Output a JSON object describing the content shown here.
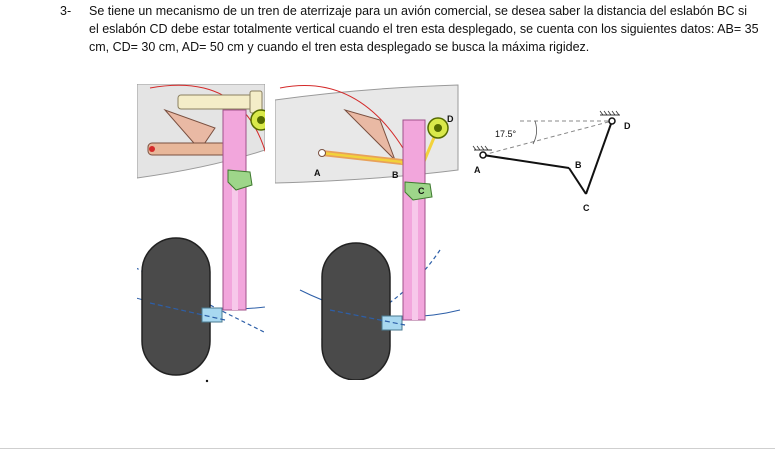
{
  "problem": {
    "number": "3-",
    "text": "Se tiene un mecanismo de un tren de aterrizaje para un avión comercial, se desea saber la distancia del eslabón BC si el eslabón CD debe estar totalmente vertical cuando el tren esta desplegado, se cuenta con los siguientes datos: AB= 35 cm, CD= 30 cm, AD= 50 cm y cuando el tren esta desplegado se busca la máxima rigidez."
  },
  "figure_middle": {
    "labels": {
      "a": "A",
      "b": "B",
      "c": "C",
      "d": "D"
    }
  },
  "schematic": {
    "angle_label": "17.5°",
    "labels": {
      "a": "A",
      "b": "B",
      "c": "C",
      "d": "D"
    }
  },
  "colors": {
    "strut": "#f2a6dc",
    "wheel": "#4a4a4a",
    "link_orange": "#e8a15a",
    "link_yellow": "#f2d23a",
    "arc_blue": "#2d5fa8",
    "arc_red": "#d42a2a"
  }
}
